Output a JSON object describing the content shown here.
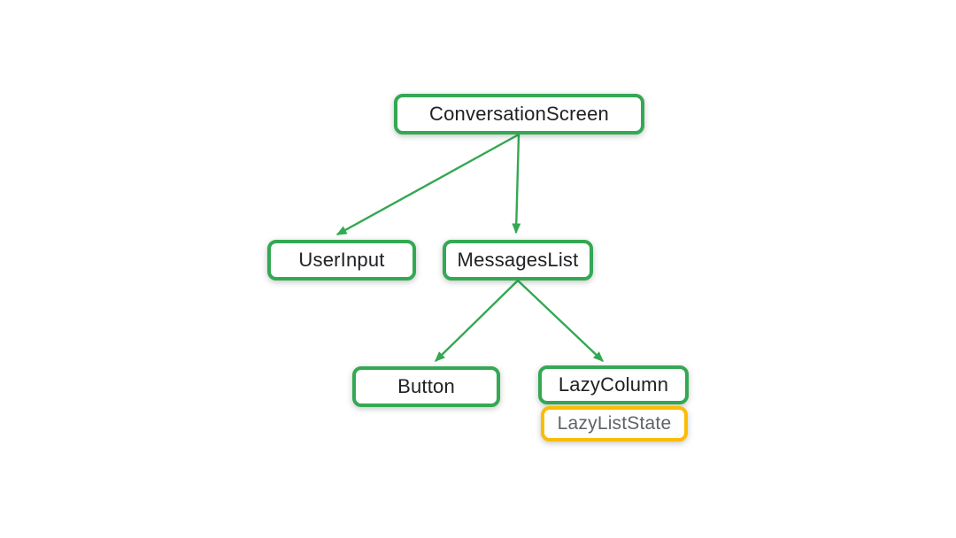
{
  "diagram": {
    "description": "Compose UI component tree",
    "nodes": [
      {
        "id": "conversation-screen",
        "label": "ConversationScreen",
        "kind": "composable"
      },
      {
        "id": "user-input",
        "label": "UserInput",
        "kind": "composable"
      },
      {
        "id": "messages-list",
        "label": "MessagesList",
        "kind": "composable"
      },
      {
        "id": "button",
        "label": "Button",
        "kind": "composable"
      },
      {
        "id": "lazy-column",
        "label": "LazyColumn",
        "kind": "composable"
      },
      {
        "id": "lazy-list-state",
        "label": "LazyListState",
        "kind": "state"
      }
    ],
    "edges": [
      {
        "from": "ConversationScreen",
        "to": "UserInput"
      },
      {
        "from": "ConversationScreen",
        "to": "MessagesList"
      },
      {
        "from": "MessagesList",
        "to": "Button"
      },
      {
        "from": "MessagesList",
        "to": "LazyColumn"
      }
    ],
    "colors": {
      "composable_border": "#34A853",
      "state_border": "#FBBC04",
      "edge": "#34A853",
      "label_dark": "#202124",
      "label_gray": "#5F6368",
      "background": "#FFFFFF"
    }
  }
}
